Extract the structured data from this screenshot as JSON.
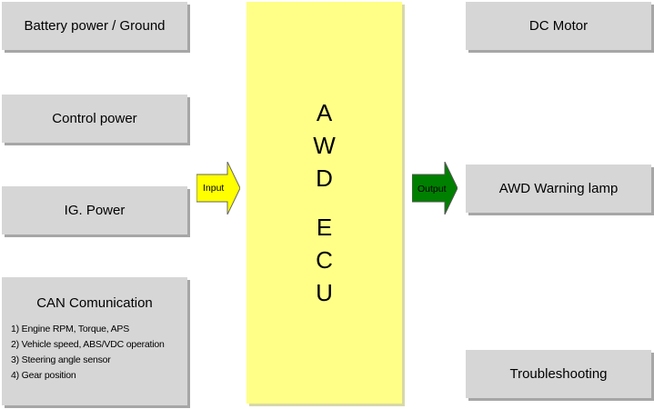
{
  "inputs": {
    "battery": "Battery power / Ground",
    "control": "Control power",
    "ig": "IG. Power",
    "can_title": "CAN Comunication",
    "can_items": [
      "1) Engine RPM, Torque, APS",
      "2) Vehicle speed, ABS/VDC operation",
      "3) Steering angle sensor",
      "4) Gear position"
    ]
  },
  "ecu": {
    "line1": [
      "A",
      "W",
      "D"
    ],
    "line2": [
      "E",
      "C",
      "U"
    ]
  },
  "arrows": {
    "input_label": "Input",
    "output_label": "Output",
    "input_color": "#ffff00",
    "output_color": "#008000"
  },
  "outputs": {
    "dc_motor": "DC Motor",
    "warning_lamp": "AWD Warning lamp",
    "troubleshooting": "Troubleshooting"
  },
  "colors": {
    "box_fill": "#d6d6d6",
    "ecu_fill": "#ffff88"
  }
}
